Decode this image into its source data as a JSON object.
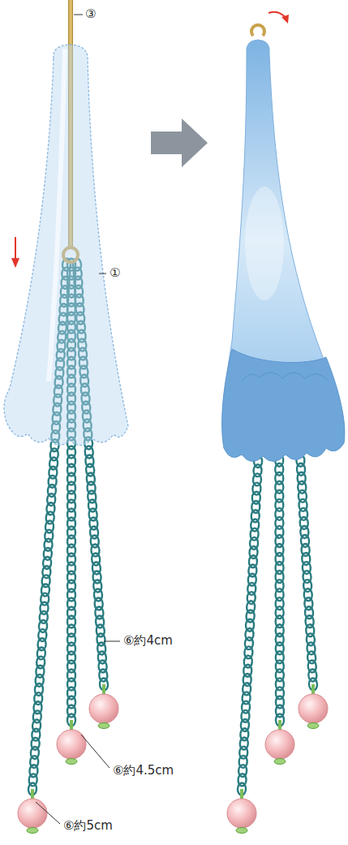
{
  "diagram": {
    "labels": [
      "③",
      "①",
      "⑥約4cm",
      "⑥約4.5cm",
      "⑥約5cm"
    ]
  }
}
